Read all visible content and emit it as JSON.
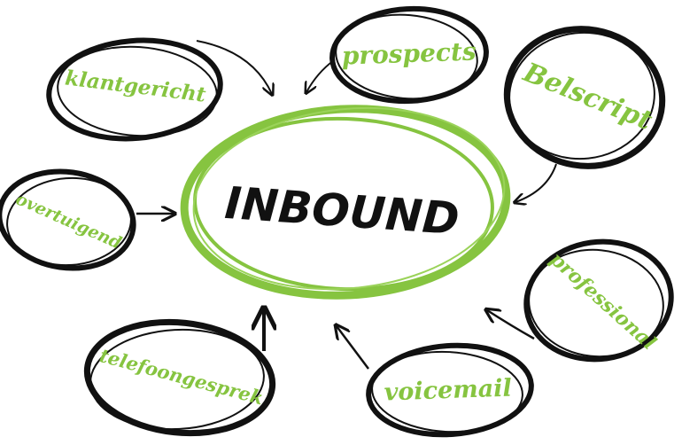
{
  "center": {
    "label": "INBOUND"
  },
  "nodes": [
    {
      "id": "klantgericht",
      "label": "klantgericht"
    },
    {
      "id": "prospects",
      "label": "prospects"
    },
    {
      "id": "belscript",
      "label": "Belscript"
    },
    {
      "id": "overtuigend",
      "label": "overtuigend"
    },
    {
      "id": "professional",
      "label": "professional"
    },
    {
      "id": "telefoongesprek",
      "label": "telefoongesprek"
    },
    {
      "id": "voicemail",
      "label": "voicemail"
    }
  ],
  "colors": {
    "accent_green": "#86c440",
    "ink": "#111111",
    "background": "#ffffff"
  }
}
